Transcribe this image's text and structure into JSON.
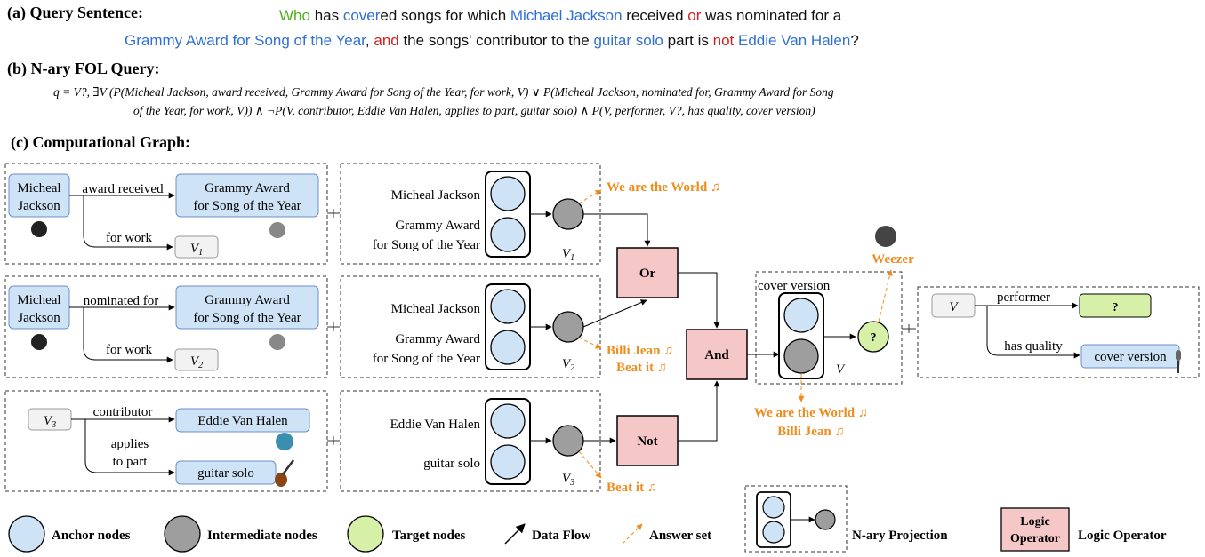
{
  "section_a": {
    "title": "(a) Query Sentence:",
    "line1": [
      {
        "t": "Who",
        "c": "#4caf20"
      },
      {
        "t": " has ",
        "c": "#111111"
      },
      {
        "t": "cover",
        "c": "#2f6fd6"
      },
      {
        "t": "ed songs for which ",
        "c": "#111111"
      },
      {
        "t": "Michael Jackson",
        "c": "#2f6fd6"
      },
      {
        "t": " received ",
        "c": "#111111"
      },
      {
        "t": "or",
        "c": "#d12020"
      },
      {
        "t": " was nominated for a",
        "c": "#111111"
      }
    ],
    "line2": [
      {
        "t": "Grammy Award for Song of the Year",
        "c": "#2f6fd6"
      },
      {
        "t": ", ",
        "c": "#111111"
      },
      {
        "t": "and",
        "c": "#d12020"
      },
      {
        "t": " the songs' contributor to the ",
        "c": "#111111"
      },
      {
        "t": "guitar solo",
        "c": "#2f6fd6"
      },
      {
        "t": " part is ",
        "c": "#111111"
      },
      {
        "t": "not",
        "c": "#d12020"
      },
      {
        "t": " ",
        "c": "#111111"
      },
      {
        "t": "Eddie Van Halen",
        "c": "#2f6fd6"
      },
      {
        "t": "?",
        "c": "#111111"
      }
    ]
  },
  "section_b": {
    "title": "(b) N-ary FOL Query:",
    "line1": "q = V?, ∃V (P(Micheal Jackson, award received, Grammy Award for Song of the Year, for work, V) ∨ P(Micheal Jackson, nominated for, Grammy Award for Song",
    "line2": "of the Year, for work, V)) ∧ ¬P(V, contributor, Eddie Van Halen, applies to part, guitar solo) ∧ P(V, performer, V?, has quality, cover version)"
  },
  "section_c": {
    "title": "(c) Computational Graph:"
  },
  "graph1": {
    "anchor": "Micheal\nJackson",
    "rel": "award received",
    "target": "Grammy Award\nfor Song of the Year",
    "qual": "for work",
    "var": "V1"
  },
  "graph2": {
    "anchor": "Micheal\nJackson",
    "rel": "nominated for",
    "target": "Grammy Award\nfor Song of the Year",
    "qual": "for work",
    "var": "V2"
  },
  "graph3": {
    "var": "V3",
    "rel": "contributor",
    "target": "Eddie Van Halen",
    "qual": "applies\nto part",
    "qual_target": "guitar solo"
  },
  "proj1": {
    "a1": "Micheal Jackson",
    "a2": "Grammy Award\nfor Song of the Year",
    "var": "V1",
    "answer": "We are the World ♫"
  },
  "proj2": {
    "a1": "Micheal Jackson",
    "a2": "Grammy Award\nfor Song of the Year",
    "var": "V2",
    "answer": "Billi Jean ♫\nBeat it ♫"
  },
  "proj3": {
    "a1": "Eddie Van Halen",
    "a2": "guitar solo",
    "var": "V3",
    "answer": "Beat it ♫"
  },
  "ops": {
    "or": "Or",
    "and": "And",
    "not": "Not"
  },
  "final_proj": {
    "label": "cover version",
    "var": "V",
    "target": "?",
    "answer_top": "Weezer",
    "answer_bottom": "We are the World ♫\nBilli Jean ♫"
  },
  "right_graph": {
    "var": "V",
    "rel1": "performer",
    "target": "?",
    "rel2": "has quality",
    "qual_target": "cover version"
  },
  "legend": {
    "anchor": "Anchor  nodes",
    "intermediate": "Intermediate nodes",
    "target": "Target nodes",
    "flow": "Data Flow",
    "answer": "Answer set",
    "nary": "N-ary Projection",
    "logic_box": "Logic\nOperator",
    "logic": "Logic Operator"
  },
  "colors": {
    "anchor_fill": "#cfe3f7",
    "anchor_stroke": "#6b8fc7",
    "intermediate_fill": "#9e9e9e",
    "target_fill": "#d6f0a8",
    "operator_fill": "#f6c7c7",
    "answer": "#f08c1e",
    "query_blue": "#2f6fd6",
    "query_red": "#d12020",
    "query_green": "#4caf20"
  }
}
